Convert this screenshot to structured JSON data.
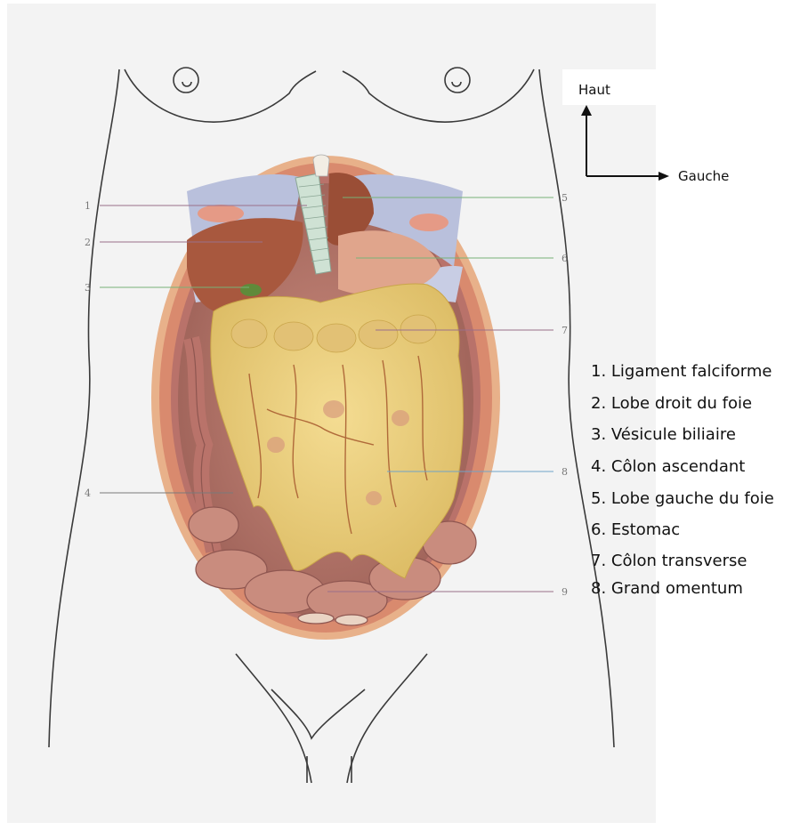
{
  "orientation": {
    "up": "Haut",
    "left": "Gauche"
  },
  "callouts": [
    "1",
    "2",
    "3",
    "4",
    "5",
    "6",
    "7",
    "8",
    "9"
  ],
  "legend": [
    "1. Ligament falciforme",
    "2. Lobe droit du foie",
    "3. Vésicule biliaire",
    "4. Côlon ascendant",
    "5. Lobe gauche du foie",
    "6. Estomac",
    "7. Côlon transverse",
    "8. Grand omentum"
  ],
  "colors": {
    "background_panel": "#f3f3f3",
    "body_outline": "#3a3a3a",
    "muscle_wall": "#d98a6e",
    "liver": "#a8583e",
    "omentum": "#e9cf7e",
    "intestine": "#c98c7e",
    "ribs": "#b9c0dc"
  }
}
